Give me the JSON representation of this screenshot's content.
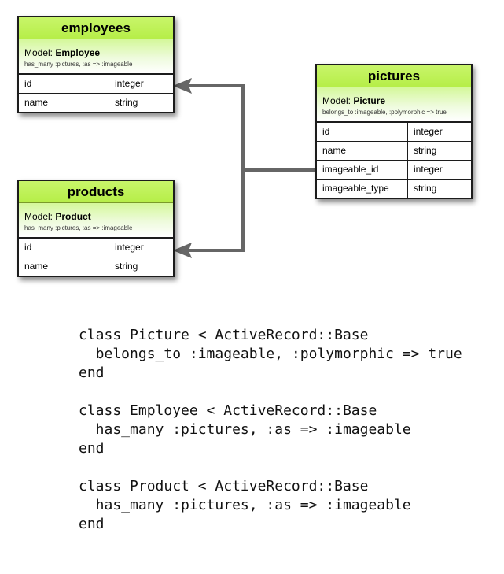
{
  "tables": {
    "employees": {
      "title": "employees",
      "model_prefix": "Model: ",
      "model_name": "Employee",
      "association": "has_many :pictures, :as => :imageable",
      "columns": [
        {
          "name": "id",
          "type": "integer"
        },
        {
          "name": "name",
          "type": "string"
        }
      ]
    },
    "products": {
      "title": "products",
      "model_prefix": "Model: ",
      "model_name": "Product",
      "association": "has_many :pictures, :as => :imageable",
      "columns": [
        {
          "name": "id",
          "type": "integer"
        },
        {
          "name": "name",
          "type": "string"
        }
      ]
    },
    "pictures": {
      "title": "pictures",
      "model_prefix": "Model: ",
      "model_name": "Picture",
      "association": "belongs_to :imageable, :polymorphic => true",
      "columns": [
        {
          "name": "id",
          "type": "integer"
        },
        {
          "name": "name",
          "type": "string"
        },
        {
          "name": "imageable_id",
          "type": "integer"
        },
        {
          "name": "imageable_type",
          "type": "string"
        }
      ]
    }
  },
  "colors": {
    "header_green": "#b6ee48",
    "connector": "#666666",
    "border": "#1c1c1c"
  },
  "code": [
    [
      "class Picture < ActiveRecord::Base",
      "  belongs_to :imageable, :polymorphic => true",
      "end"
    ],
    [
      "class Employee < ActiveRecord::Base",
      "  has_many :pictures, :as => :imageable",
      "end"
    ],
    [
      "class Product < ActiveRecord::Base",
      "  has_many :pictures, :as => :imageable",
      "end"
    ]
  ]
}
